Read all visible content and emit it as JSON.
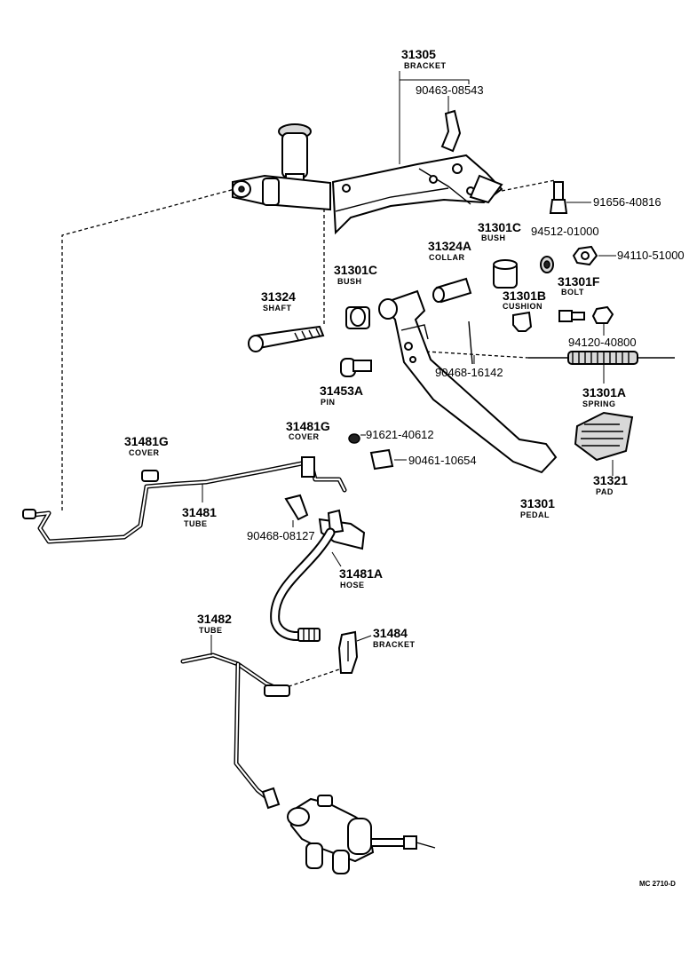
{
  "parts": {
    "bracket_31305": {
      "number": "31305",
      "name": "BRACKET"
    },
    "bolt_90463": {
      "number": "90463-08543"
    },
    "bolt_91656": {
      "number": "91656-40816"
    },
    "bush_31301c_upper": {
      "number": "31301C",
      "name": "BUSH"
    },
    "nut_94512": {
      "number": "94512-01000"
    },
    "nut_94110": {
      "number": "94110-51000"
    },
    "collar_31324a": {
      "number": "31324A",
      "name": "COLLAR"
    },
    "bush_31301c_lower": {
      "number": "31301C",
      "name": "BUSH"
    },
    "bolt_31301f": {
      "number": "31301F",
      "name": "BOLT"
    },
    "cushion_31301b": {
      "number": "31301B",
      "name": "CUSHION"
    },
    "shaft_31324": {
      "number": "31324",
      "name": "SHAFT"
    },
    "nut_94120": {
      "number": "94120-40800"
    },
    "pin_90468_16142": {
      "number": "90468-16142"
    },
    "spring_31301a": {
      "number": "31301A",
      "name": "SPRING"
    },
    "pin_31453a": {
      "number": "31453A",
      "name": "PIN"
    },
    "cover_31481g_left": {
      "number": "31481G",
      "name": "COVER"
    },
    "cover_31481g_mid": {
      "number": "31481G",
      "name": "COVER"
    },
    "bolt_91621": {
      "number": "91621-40612"
    },
    "clip_90461": {
      "number": "90461-10654"
    },
    "pad_31321": {
      "number": "31321",
      "name": "PAD"
    },
    "pedal_31301": {
      "number": "31301",
      "name": "PEDAL"
    },
    "tube_31481": {
      "number": "31481",
      "name": "TUBE"
    },
    "clip_90468_08127": {
      "number": "90468-08127"
    },
    "hose_31481a": {
      "number": "31481A",
      "name": "HOSE"
    },
    "tube_31482": {
      "number": "31482",
      "name": "TUBE"
    },
    "bracket_31484": {
      "number": "31484",
      "name": "BRACKET"
    }
  },
  "drawing_ref": "MC 2710-D"
}
